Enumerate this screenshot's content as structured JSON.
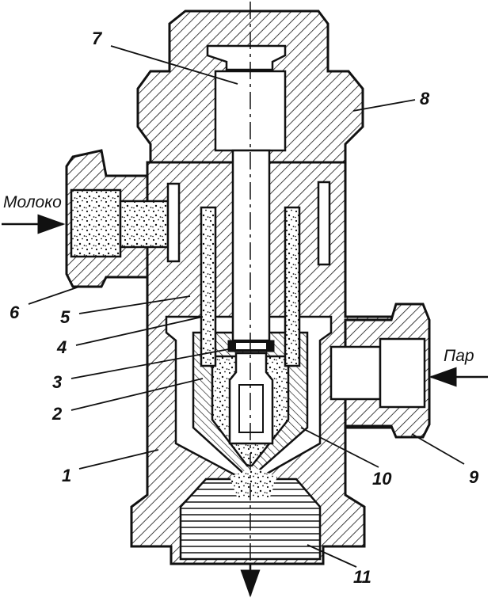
{
  "inlets": {
    "milk": "Молоко",
    "steam": "Пар"
  },
  "part_numbers": [
    "1",
    "2",
    "3",
    "4",
    "5",
    "6",
    "7",
    "8",
    "9",
    "10",
    "11"
  ],
  "colors": {
    "ink": "#111111",
    "background": "#ffffff"
  }
}
